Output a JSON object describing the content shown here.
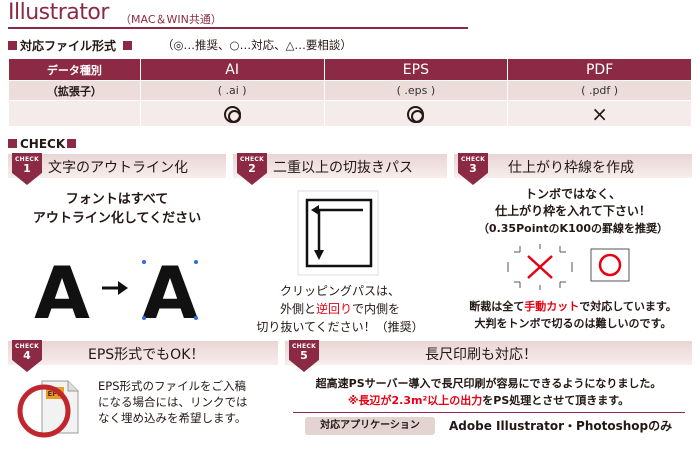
{
  "header": {
    "title": "Illustrator",
    "subtitle": "（MAC＆WIN共通）"
  },
  "formats_section": {
    "label": "対応ファイル形式",
    "legend": "（◎…推奨、○…対応、△…要相談）"
  },
  "format_table": {
    "row_labels": [
      "データ種別",
      "（拡張子）"
    ],
    "columns": [
      {
        "name": "AI",
        "ext": "( .ai )",
        "status": "◎"
      },
      {
        "name": "EPS",
        "ext": "( .eps )",
        "status": "◎"
      },
      {
        "name": "PDF",
        "ext": "( .pdf )",
        "status": "×"
      }
    ]
  },
  "check_section": {
    "label": "CHECK"
  },
  "badge_word": "CHECK",
  "cards": [
    {
      "num": "1",
      "title": "文字のアウトライン化",
      "lines": [
        "フォントはすべて",
        "アウトライン化してください"
      ]
    },
    {
      "num": "2",
      "title": "二重以上の切抜きパス",
      "lines": [
        "クリッピングパスは、",
        "切り抜いてください！（推奨）"
      ],
      "line2_parts": [
        "外側と",
        "逆回り",
        "で内側を"
      ]
    },
    {
      "num": "3",
      "title": "仕上がり枠線を作成",
      "lines": [
        "トンボではなく、",
        "仕上がり枠を入れて下さい！",
        "（0.35PointのK100の罫線を推奨）",
        "大判をトンボで切るのは難しいのです。"
      ],
      "line4_parts": [
        "断裁は全て",
        "手動カット",
        "で対応しています。"
      ]
    },
    {
      "num": "4",
      "title": "EPS形式でもOK！",
      "lines": [
        "EPS形式のファイルをご入稿",
        "になる場合には、リンクでは",
        "なく埋め込みを希望します。"
      ],
      "icon_label": "EPS"
    },
    {
      "num": "5",
      "title": "長尺印刷も対応！",
      "lines": [
        "超高速PSサーバー導入で長尺印刷が容易にできるようになりました。"
      ],
      "line2_parts": [
        "※長辺が2.3m²以上の出力",
        "をPS処理とさせて頂きます。"
      ],
      "app_label": "対応アプリケーション",
      "app_value": "Adobe Illustrator・Photoshopのみ"
    }
  ],
  "sample": {
    "letter": "A"
  },
  "colors": {
    "accent": "#8c2a45",
    "red": "#e60012",
    "band": "#ecdcda"
  }
}
